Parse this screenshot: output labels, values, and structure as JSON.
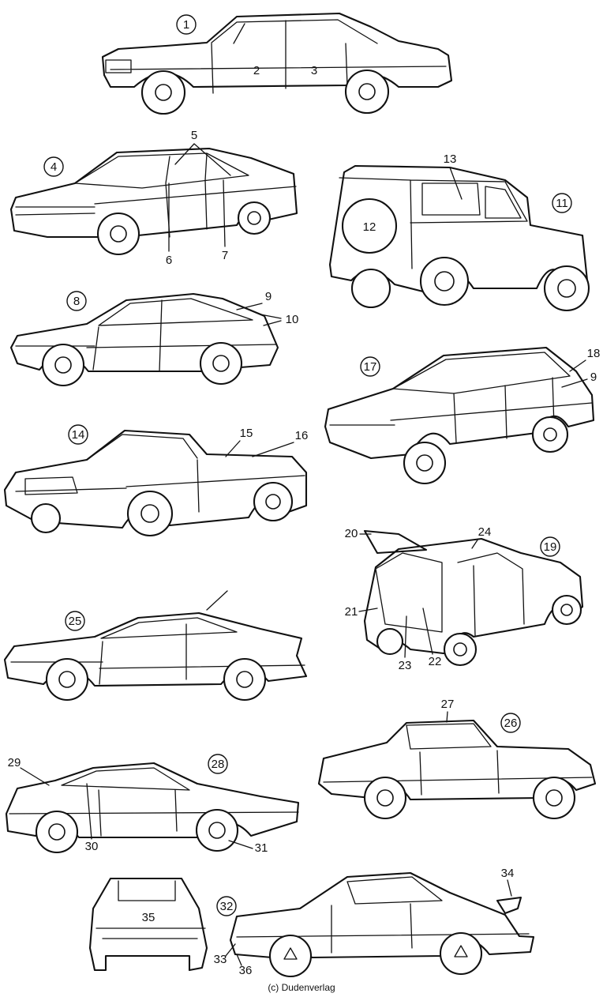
{
  "credit": "(c) Dudenverlag",
  "labels": {
    "n1": "1",
    "n2": "2",
    "n3": "3",
    "n4": "4",
    "n5": "5",
    "n6": "6",
    "n7": "7",
    "n8": "8",
    "n9a": "9",
    "n9b": "9",
    "n10": "10",
    "n11": "11",
    "n12": "12",
    "n13": "13",
    "n14": "14",
    "n15": "15",
    "n16": "16",
    "n17": "17",
    "n18": "18",
    "n19": "19",
    "n20": "20",
    "n21": "21",
    "n22": "22",
    "n23": "23",
    "n24": "24",
    "n25": "25",
    "n26": "26",
    "n27": "27",
    "n28": "28",
    "n29": "29",
    "n30": "30",
    "n31": "31",
    "n32": "32",
    "n33": "33",
    "n34": "34",
    "n35": "35",
    "n36": "36"
  }
}
